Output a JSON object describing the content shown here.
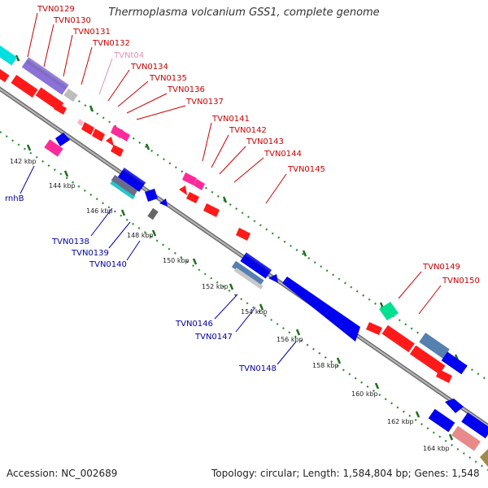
{
  "title": "Thermoplasma volcanium GSS1, complete genome",
  "accession": "Accession: NC_002689",
  "topology": "Topology: circular; Length: 1,584,804 bp; Genes: 1,548",
  "colors": {
    "forward_label": "#cc0000",
    "reverse_label": "#0000aa",
    "trna_label": "#e68fb8",
    "backbone": "#8c8c8c",
    "ticks": "#2e8b2e"
  },
  "kbp_labels": [
    "142 kbp",
    "144 kbp",
    "146 kbp",
    "148 kbp",
    "150 kbp",
    "152 kbp",
    "154 kbp",
    "156 kbp",
    "158 kbp",
    "160 kbp",
    "162 kbp",
    "164 kbp"
  ],
  "top_labels": [
    "TVN0129",
    "TVN0130",
    "TVN0131",
    "TVN0132",
    "TVNt04",
    "TVN0134",
    "TVN0135",
    "TVN0136",
    "TVN0137",
    "TVN0141",
    "TVN0142",
    "TVN0143",
    "TVN0144",
    "TVN0145",
    "TVN0149",
    "TVN0150"
  ],
  "bottom_labels": [
    "rnhB",
    "TVN0138",
    "TVN0139",
    "TVN0140",
    "TVN0146",
    "TVN0147",
    "TVN0148"
  ]
}
